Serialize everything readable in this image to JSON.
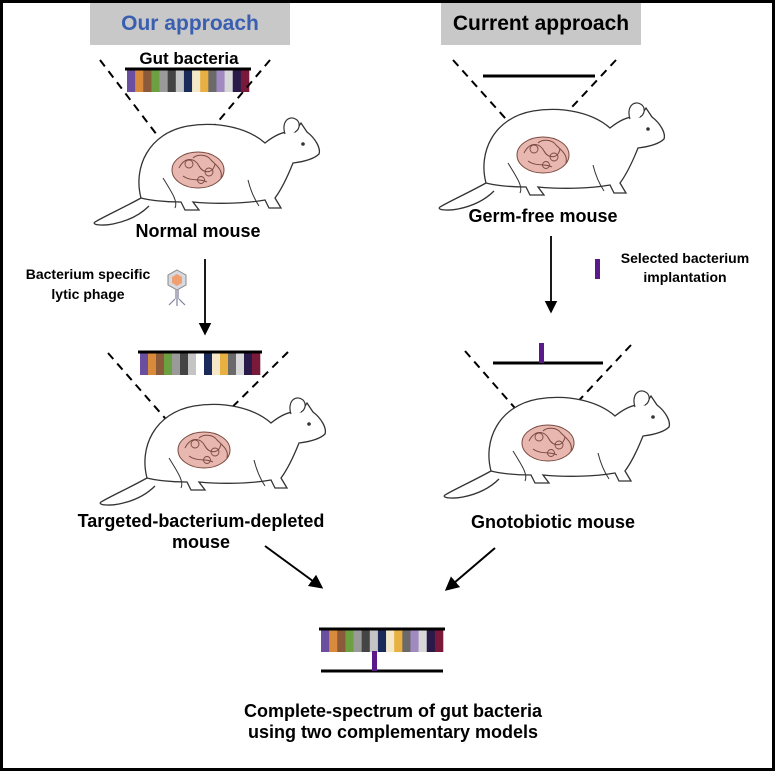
{
  "headers": {
    "left": "Our approach",
    "right": "Current approach",
    "left_color": "#3a5fb0"
  },
  "labels": {
    "gut_bacteria": "Gut bacteria",
    "normal_mouse": "Normal mouse",
    "germ_free_mouse": "Germ-free mouse",
    "phage_line1": "Bacterium specific",
    "phage_line2": "lytic phage",
    "implant_line1": "Selected bacterium",
    "implant_line2": "implantation",
    "depleted_line1": "Targeted-bacterium-depleted",
    "depleted_line2": "mouse",
    "gnotobiotic_mouse": "Gnotobiotic mouse",
    "final_line1": "Complete-spectrum of gut bacteria",
    "final_line2": "using two complementary models"
  },
  "colors": {
    "full_spectrum": [
      "#6a4fa0",
      "#d98a3a",
      "#8a5a3a",
      "#6da040",
      "#9a9a9a",
      "#444444",
      "#c4c4c4",
      "#1a2a5a",
      "#f4e8c8",
      "#e8b040",
      "#6a6a6a",
      "#a08ac0",
      "#d8d8d8",
      "#2a1a4a",
      "#7a1a3a"
    ],
    "depleted_spectrum": [
      "#6a4fa0",
      "#d98a3a",
      "#8a5a3a",
      "#6da040",
      "#9a9a9a",
      "#444444",
      "#c4c4c4",
      "#ffffff",
      "#1a2a5a",
      "#f4e8c8",
      "#e8b040",
      "#6a6a6a",
      "#d8d8d8",
      "#2a1a4a",
      "#7a1a3a"
    ],
    "selected_bacterium": "#5a1a8a",
    "intestine": "#e8b8b0"
  },
  "icons": [
    "mouse-illustration",
    "phage-icon",
    "arrow-down-icon",
    "arrow-diagonal-icon"
  ]
}
